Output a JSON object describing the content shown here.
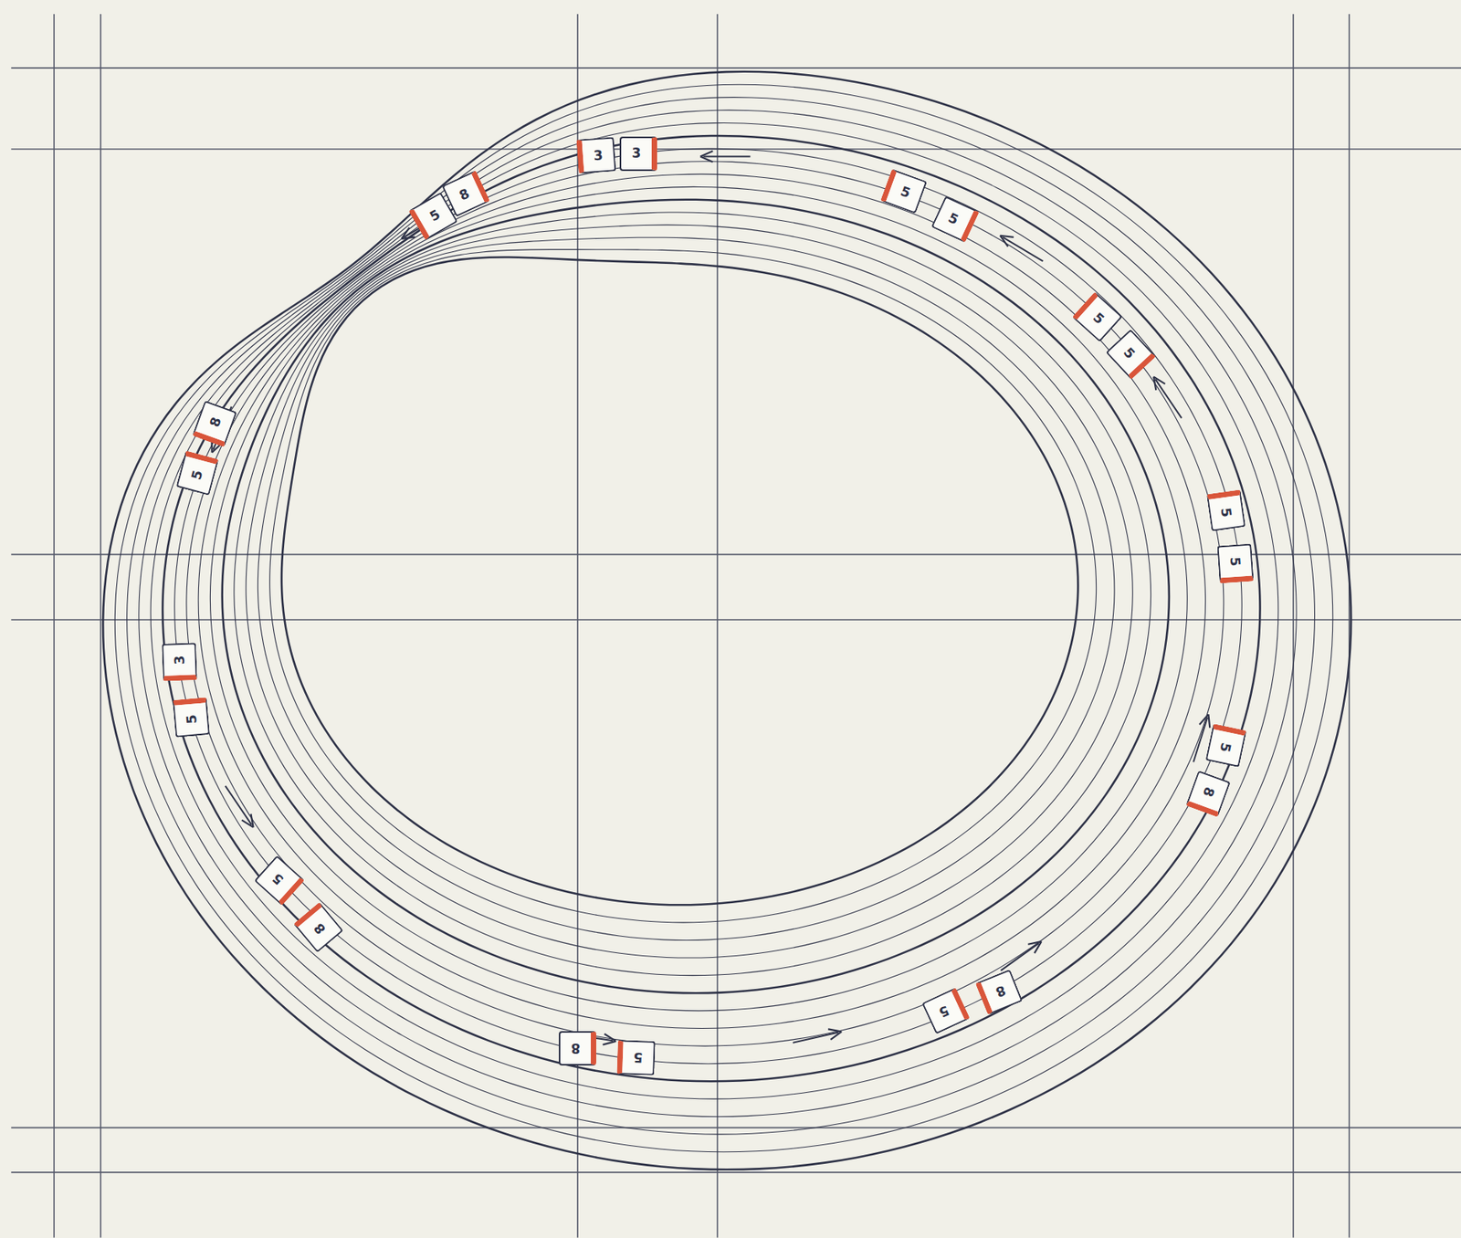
{
  "diagram": {
    "nodes": [
      {
        "text": [
          "5"
        ]
      },
      {
        "text": [
          "8"
        ]
      },
      {
        "text": [
          "3"
        ]
      },
      {
        "text": [
          "3"
        ]
      },
      {
        "text": [
          "5"
        ]
      },
      {
        "text": [
          "5"
        ]
      },
      {
        "text": [
          "5"
        ]
      },
      {
        "text": [
          "5"
        ]
      },
      {
        "text": [
          "5"
        ]
      },
      {
        "text": [
          "5"
        ]
      },
      {
        "text": [
          "5"
        ]
      },
      {
        "text": [
          "8"
        ]
      },
      {
        "text": [
          "5"
        ]
      },
      {
        "text": [
          "8"
        ]
      },
      {
        "text": [
          "8"
        ]
      },
      {
        "text": [
          "5"
        ]
      },
      {
        "text": [
          "5"
        ]
      },
      {
        "text": [
          "8"
        ]
      },
      {
        "text": [
          "3"
        ]
      },
      {
        "text": [
          "5"
        ]
      },
      {
        "text": [
          "8"
        ]
      },
      {
        "text": [
          "5"
        ]
      }
    ]
  }
}
